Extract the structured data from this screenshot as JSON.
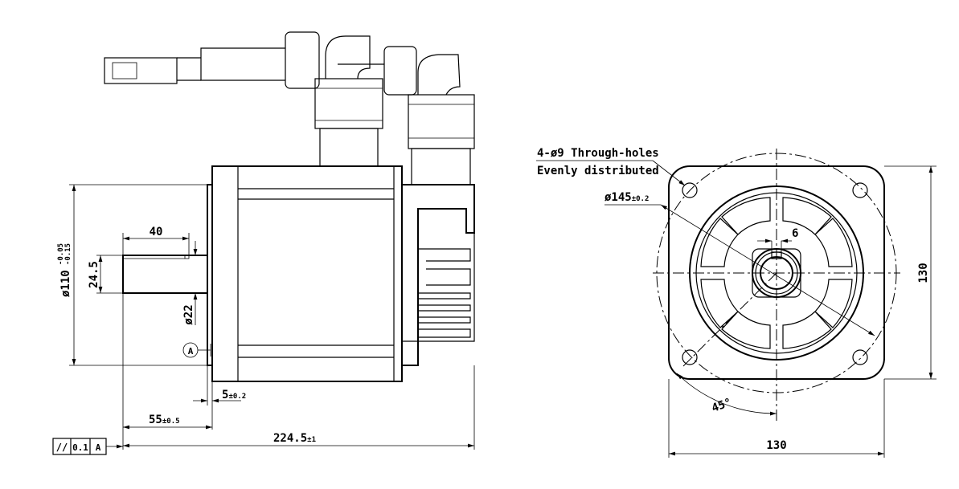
{
  "side_view": {
    "shaft_length": "40",
    "key_height": "24.5",
    "flange_diameter": "ø110",
    "flange_tol_upper": "-0.05",
    "flange_tol_lower": "-0.15",
    "shaft_diameter": "ø22",
    "datum": "A",
    "flange_thickness": "5",
    "flange_thickness_tol": "±0.2",
    "shaft_extension": "55",
    "shaft_extension_tol": "±0.5",
    "total_length": "224.5",
    "total_length_tol": "±1",
    "tolerance_frame": {
      "symbol": "//",
      "value": "0.1",
      "datum": "A"
    }
  },
  "front_view": {
    "holes_line1": "4-ø9 Through-holes",
    "holes_line2": "Evenly distributed",
    "pcd": "ø145",
    "pcd_tol": "±0.2",
    "key_width": "6",
    "height": "130",
    "width": "130",
    "angle": "45°"
  }
}
